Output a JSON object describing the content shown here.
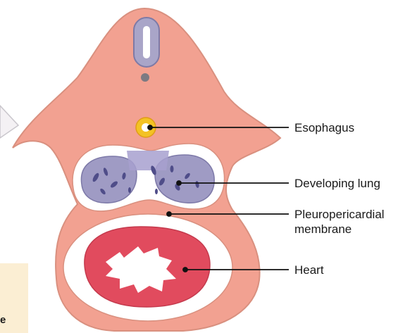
{
  "labels": {
    "esophagus": "Esophagus",
    "lung": "Developing lung",
    "membrane_line1": "Pleuropericardial",
    "membrane_line2": "membrane",
    "heart": "Heart"
  },
  "edge_fragment": "e",
  "colors": {
    "body": "#f2a191",
    "body_outline": "#d9907f",
    "cavity": "#ffffff",
    "lung": "#9f9bc4",
    "lung_dark": "#4f4d89",
    "heart": "#e14b5e",
    "esophagus": "#f3c224",
    "neural_tube": "#a9a5c8",
    "notochord": "#7c7a82",
    "leader": "#111111",
    "panel": "#fbeed3"
  }
}
